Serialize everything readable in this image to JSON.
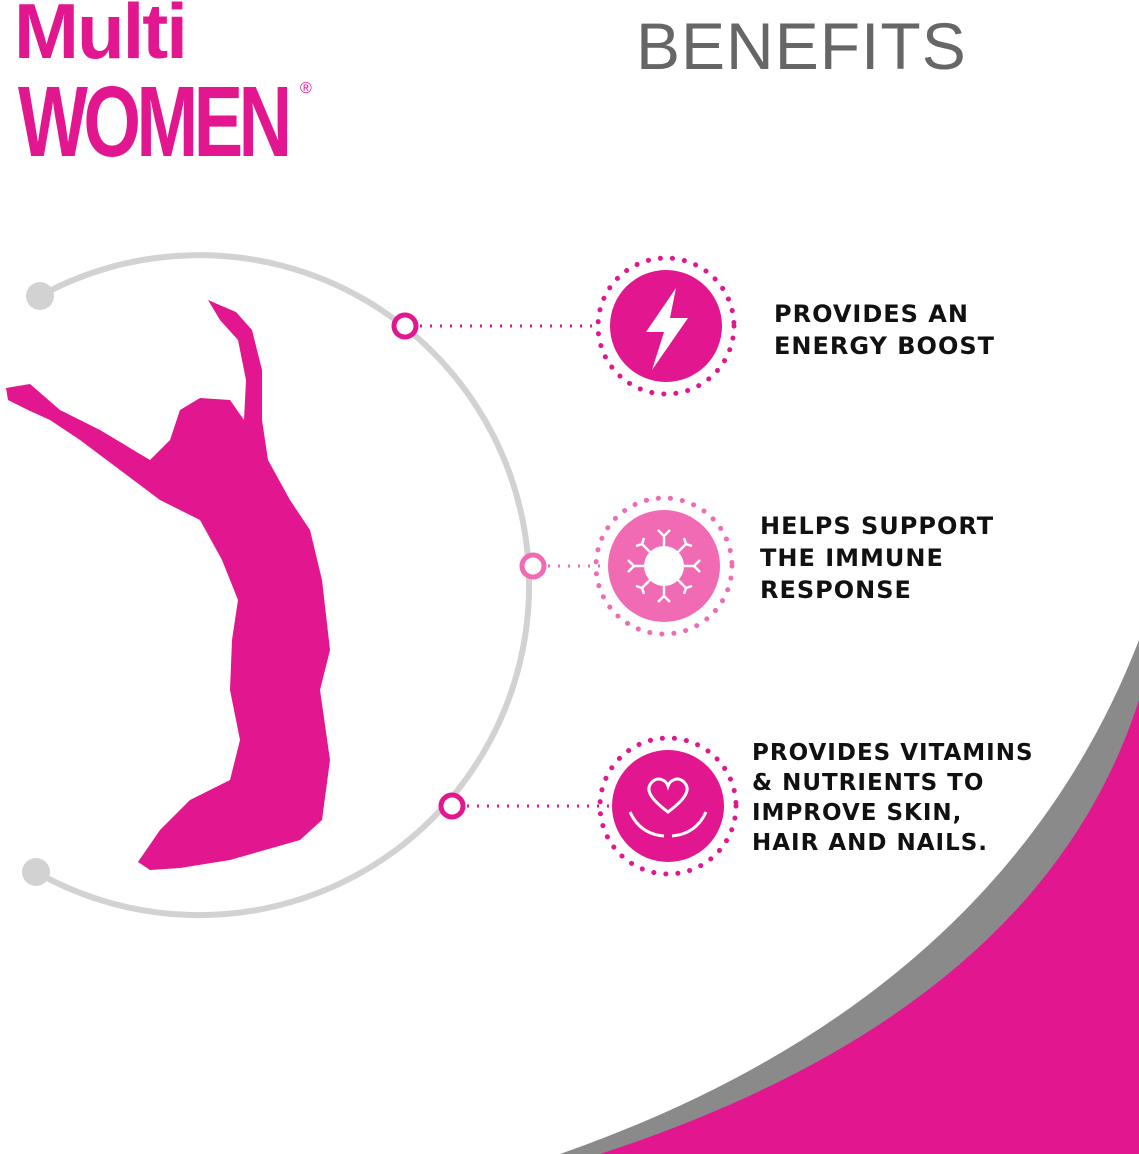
{
  "brand": {
    "line1": "Multi",
    "line2": "WOMEN",
    "registered": "®"
  },
  "header": {
    "title": "BENEFITS"
  },
  "benefits": [
    {
      "icon": "lightning-icon",
      "line1": "PROVIDES AN",
      "line2": "ENERGY BOOST"
    },
    {
      "icon": "immune-cell-icon",
      "line1": "HELPS SUPPORT",
      "line2": "THE IMMUNE",
      "line3": "RESPONSE"
    },
    {
      "icon": "heart-hands-icon",
      "line1": "PROVIDES VITAMINS",
      "line2": "& NUTRIENTS TO",
      "line3": "IMPROVE SKIN,",
      "line4": "HAIR AND NAILS."
    }
  ],
  "colors": {
    "brand": "#e2168f",
    "light_pink": "#f06bb4",
    "gray": "#d2d2d2",
    "dark_gray": "#8a8a8a"
  }
}
